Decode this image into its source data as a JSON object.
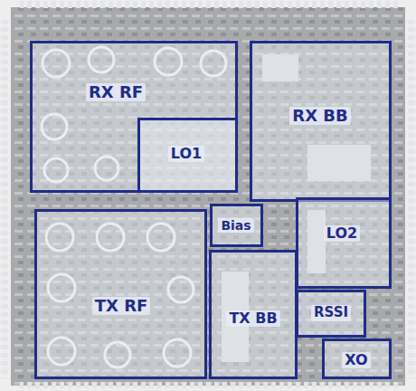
{
  "diagram": {
    "nodes": [
      {
        "text": [
          "RX RF"
        ]
      },
      {
        "text": [
          "LO1"
        ],
        "in": 0
      },
      {
        "text": [
          "RX BB"
        ]
      },
      {
        "text": [
          "TX RF"
        ]
      },
      {
        "text": [
          "Bias"
        ]
      },
      {
        "text": [
          "LO2"
        ]
      },
      {
        "text": [
          "TX BB"
        ]
      },
      {
        "text": [
          "RSSI"
        ]
      },
      {
        "text": [
          "XO"
        ]
      }
    ]
  }
}
